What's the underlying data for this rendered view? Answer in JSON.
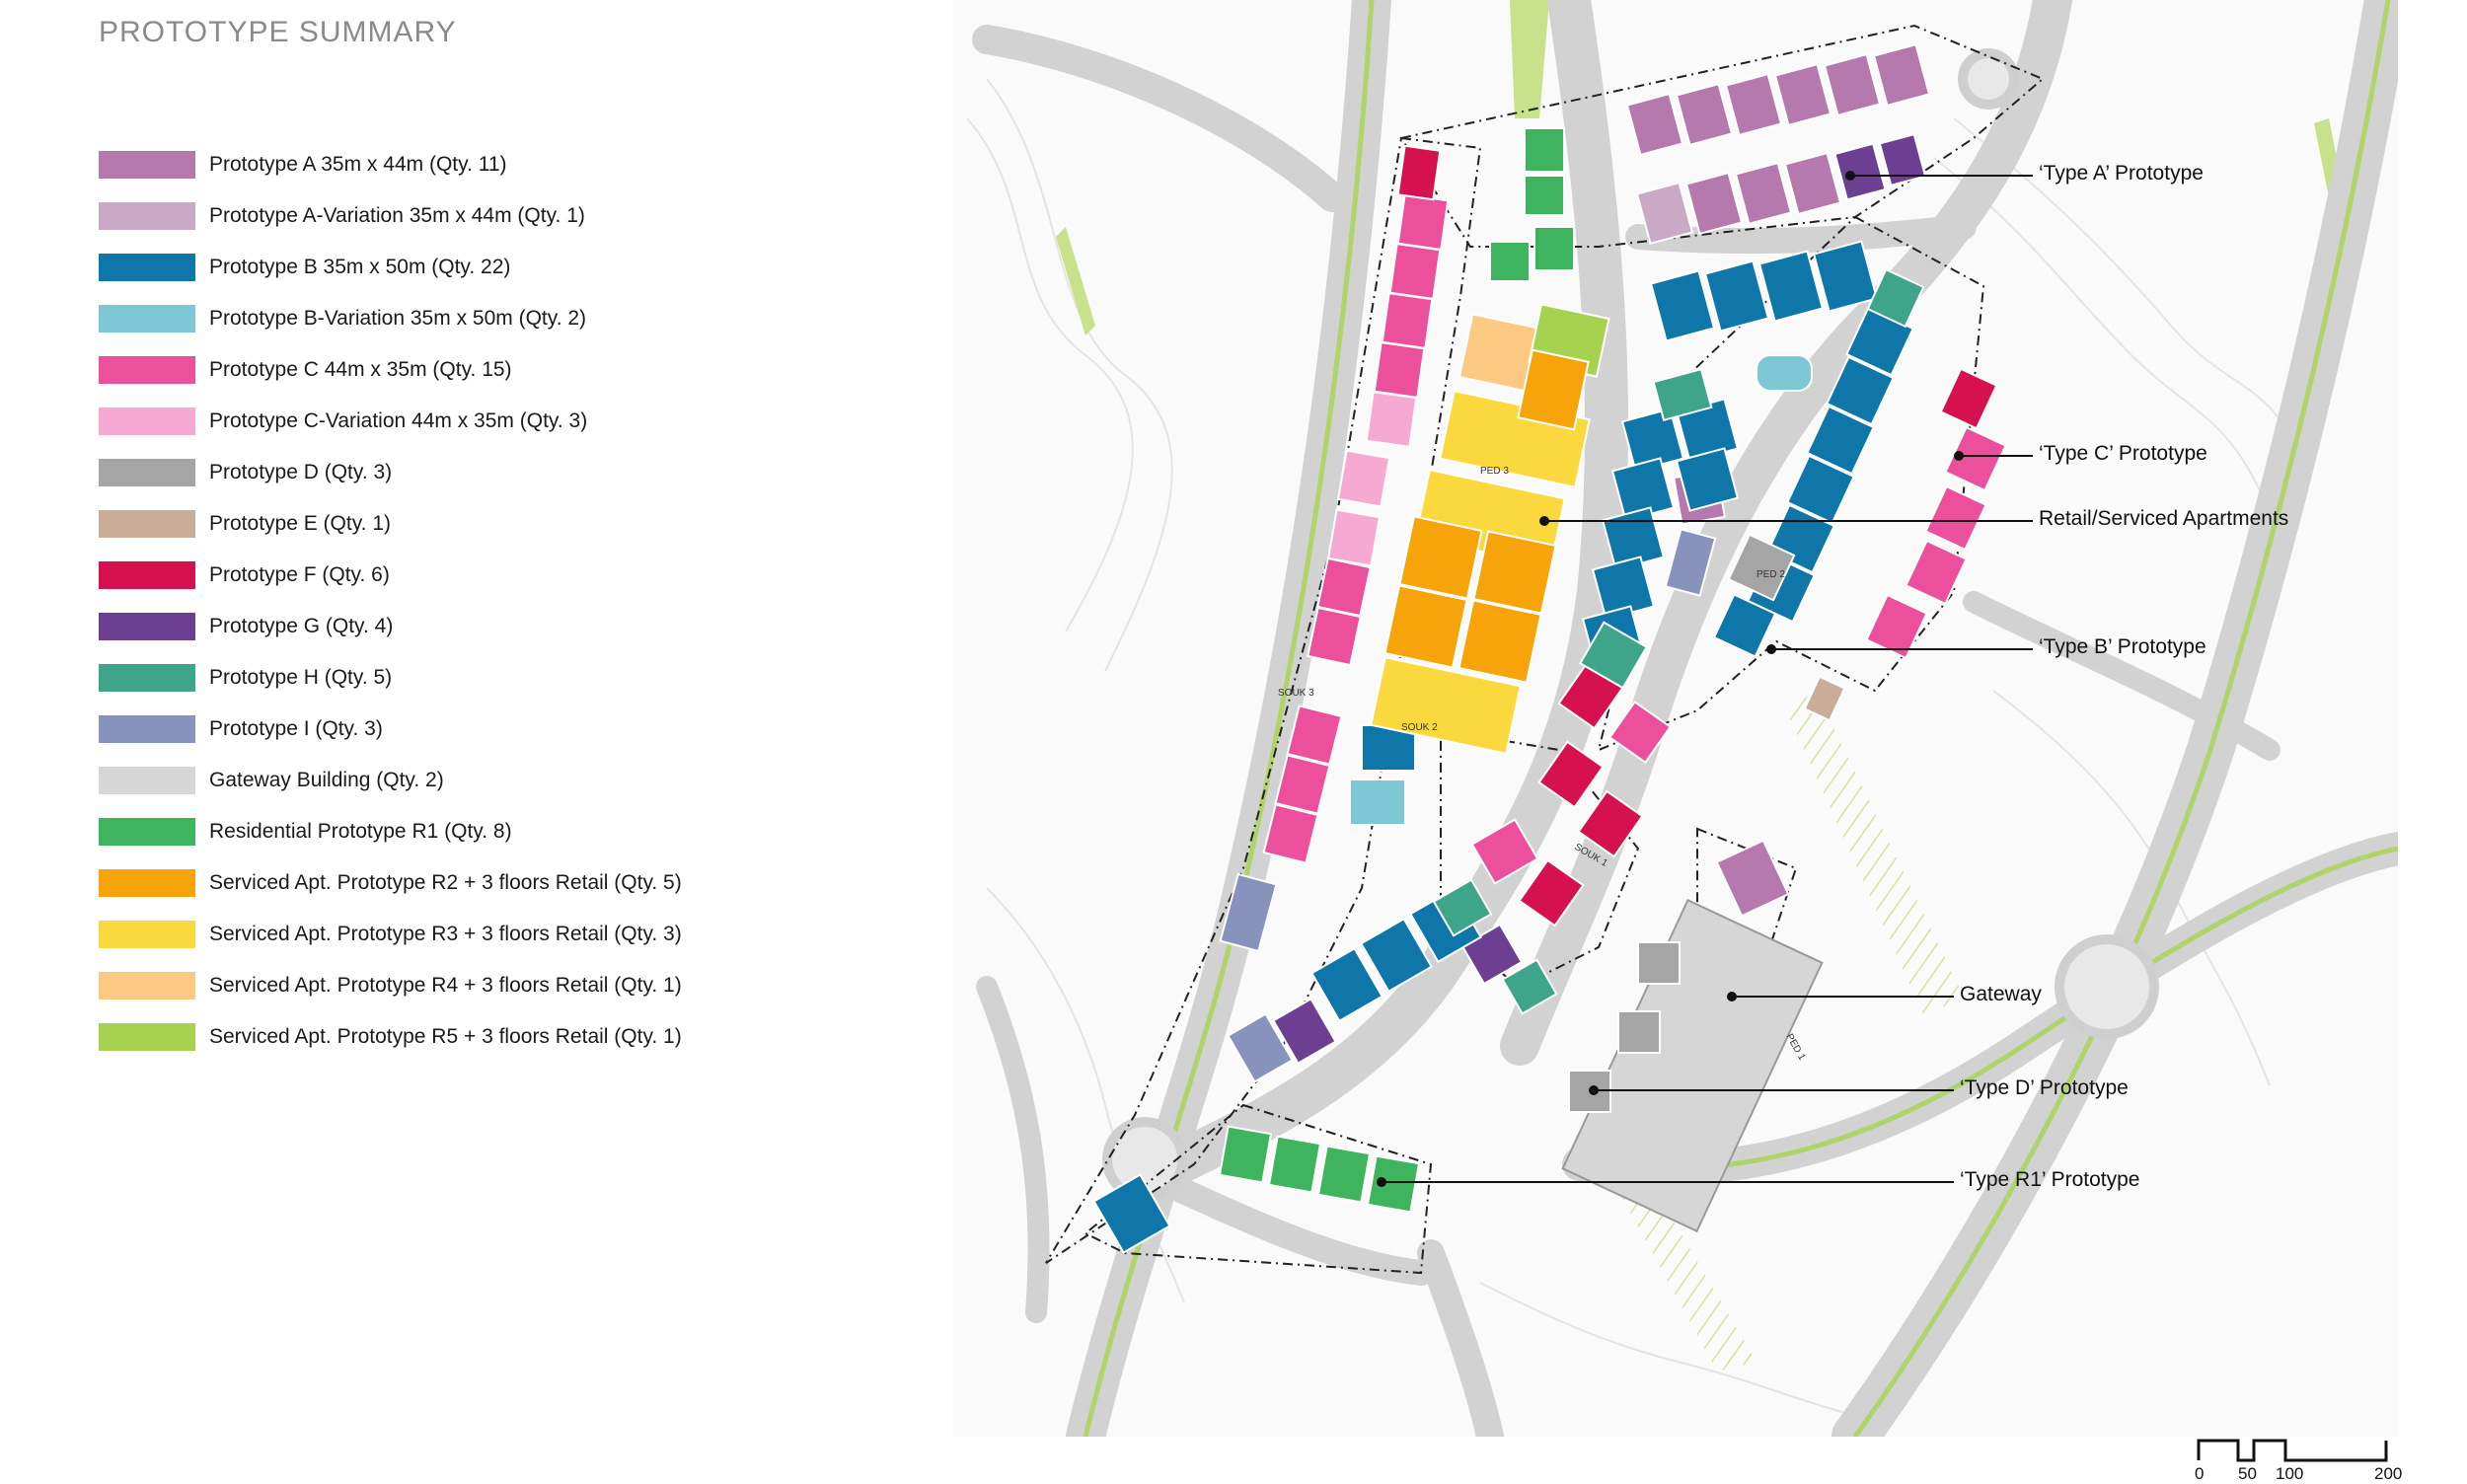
{
  "title": "PROTOTYPE SUMMARY",
  "legend": [
    {
      "color": "#b579ad",
      "label": "Prototype A 35m x 44m (Qty. 11)"
    },
    {
      "color": "#c9a9c6",
      "label": "Prototype A-Variation 35m x 44m (Qty. 1)"
    },
    {
      "color": "#0e76a8",
      "label": "Prototype B 35m x 50m (Qty. 22)"
    },
    {
      "color": "#7ec8d6",
      "label": "Prototype B-Variation 35m x 50m (Qty. 2)"
    },
    {
      "color": "#ec4f9c",
      "label": "Prototype C 44m x 35m (Qty. 15)"
    },
    {
      "color": "#f6aad2",
      "label": "Prototype C-Variation 44m x 35m (Qty. 3)"
    },
    {
      "color": "#a5a5a5",
      "label": "Prototype D (Qty. 3)"
    },
    {
      "color": "#c9ad98",
      "label": "Prototype E (Qty. 1)"
    },
    {
      "color": "#d6114f",
      "label": "Prototype F (Qty. 6)"
    },
    {
      "color": "#6c3f93",
      "label": "Prototype G (Qty. 4)"
    },
    {
      "color": "#3ea48a",
      "label": "Prototype H (Qty. 5)"
    },
    {
      "color": "#8793bd",
      "label": "Prototype I (Qty. 3)"
    },
    {
      "color": "#d6d6d6",
      "label": "Gateway Building (Qty. 2)"
    },
    {
      "color": "#3fb45e",
      "label": "Residential Prototype R1 (Qty. 8)"
    },
    {
      "color": "#f7a30a",
      "label": "Serviced Apt. Prototype R2 + 3 floors Retail (Qty. 5)"
    },
    {
      "color": "#fbd93e",
      "label": "Serviced Apt. Prototype R3 + 3 floors Retail (Qty. 3)"
    },
    {
      "color": "#fbc981",
      "label": "Serviced Apt. Prototype R4 + 3 floors Retail (Qty. 1)"
    },
    {
      "color": "#a6d24f",
      "label": "Serviced Apt. Prototype R5 + 3 floors Retail (Qty. 1)"
    }
  ],
  "callouts": [
    {
      "label": "‘Type A’ Prototype"
    },
    {
      "label": "‘Type C’ Prototype"
    },
    {
      "label": "Retail/Serviced Apartments"
    },
    {
      "label": "‘Type B’ Prototype"
    },
    {
      "label": "Gateway"
    },
    {
      "label": "‘Type D’ Prototype"
    },
    {
      "label": "‘Type R1’ Prototype"
    }
  ],
  "map_labels": {
    "souk_1": "SOUK 1",
    "souk_2": "SOUK 2",
    "souk_3": "SOUK 3",
    "ped_1": "PED 1",
    "ped_2": "PED 2",
    "ped_3": "PED 3"
  },
  "scale": {
    "ticks": [
      "0",
      "50",
      "100",
      "200"
    ]
  }
}
